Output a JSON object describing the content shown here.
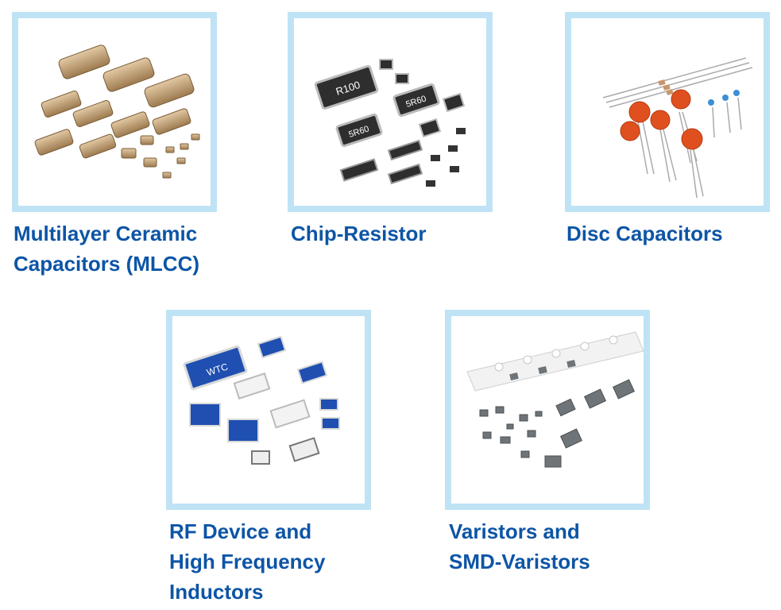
{
  "products": [
    {
      "id": "mlcc",
      "lines": [
        "Multilayer Ceramic",
        "Capacitors (MLCC)"
      ]
    },
    {
      "id": "chip-resistor",
      "lines": [
        "Chip-Resistor"
      ]
    },
    {
      "id": "disc-capacitors",
      "lines": [
        "Disc Capacitors"
      ]
    },
    {
      "id": "rf-inductors",
      "lines": [
        "RF Device and",
        "High Frequency",
        "Inductors"
      ]
    },
    {
      "id": "varistors",
      "lines": [
        "Varistors and",
        "SMD-Varistors"
      ]
    }
  ],
  "image_text": {
    "resistor_codes": [
      "R100",
      "5R60",
      "5R60"
    ],
    "inductor_brand": "WTC"
  },
  "colors": {
    "frame": "#bfe3f5",
    "label": "#0d55a6",
    "ceramic_tan": "#c8a57a",
    "resistor_black": "#2e2e2e",
    "disc_orange": "#e0501e",
    "rf_blue": "#1f4fb0",
    "varistor_gray": "#6e7478"
  },
  "icons": [
    "mlcc-components-image",
    "chip-resistor-image",
    "disc-capacitor-image",
    "rf-inductor-image",
    "varistor-image"
  ]
}
